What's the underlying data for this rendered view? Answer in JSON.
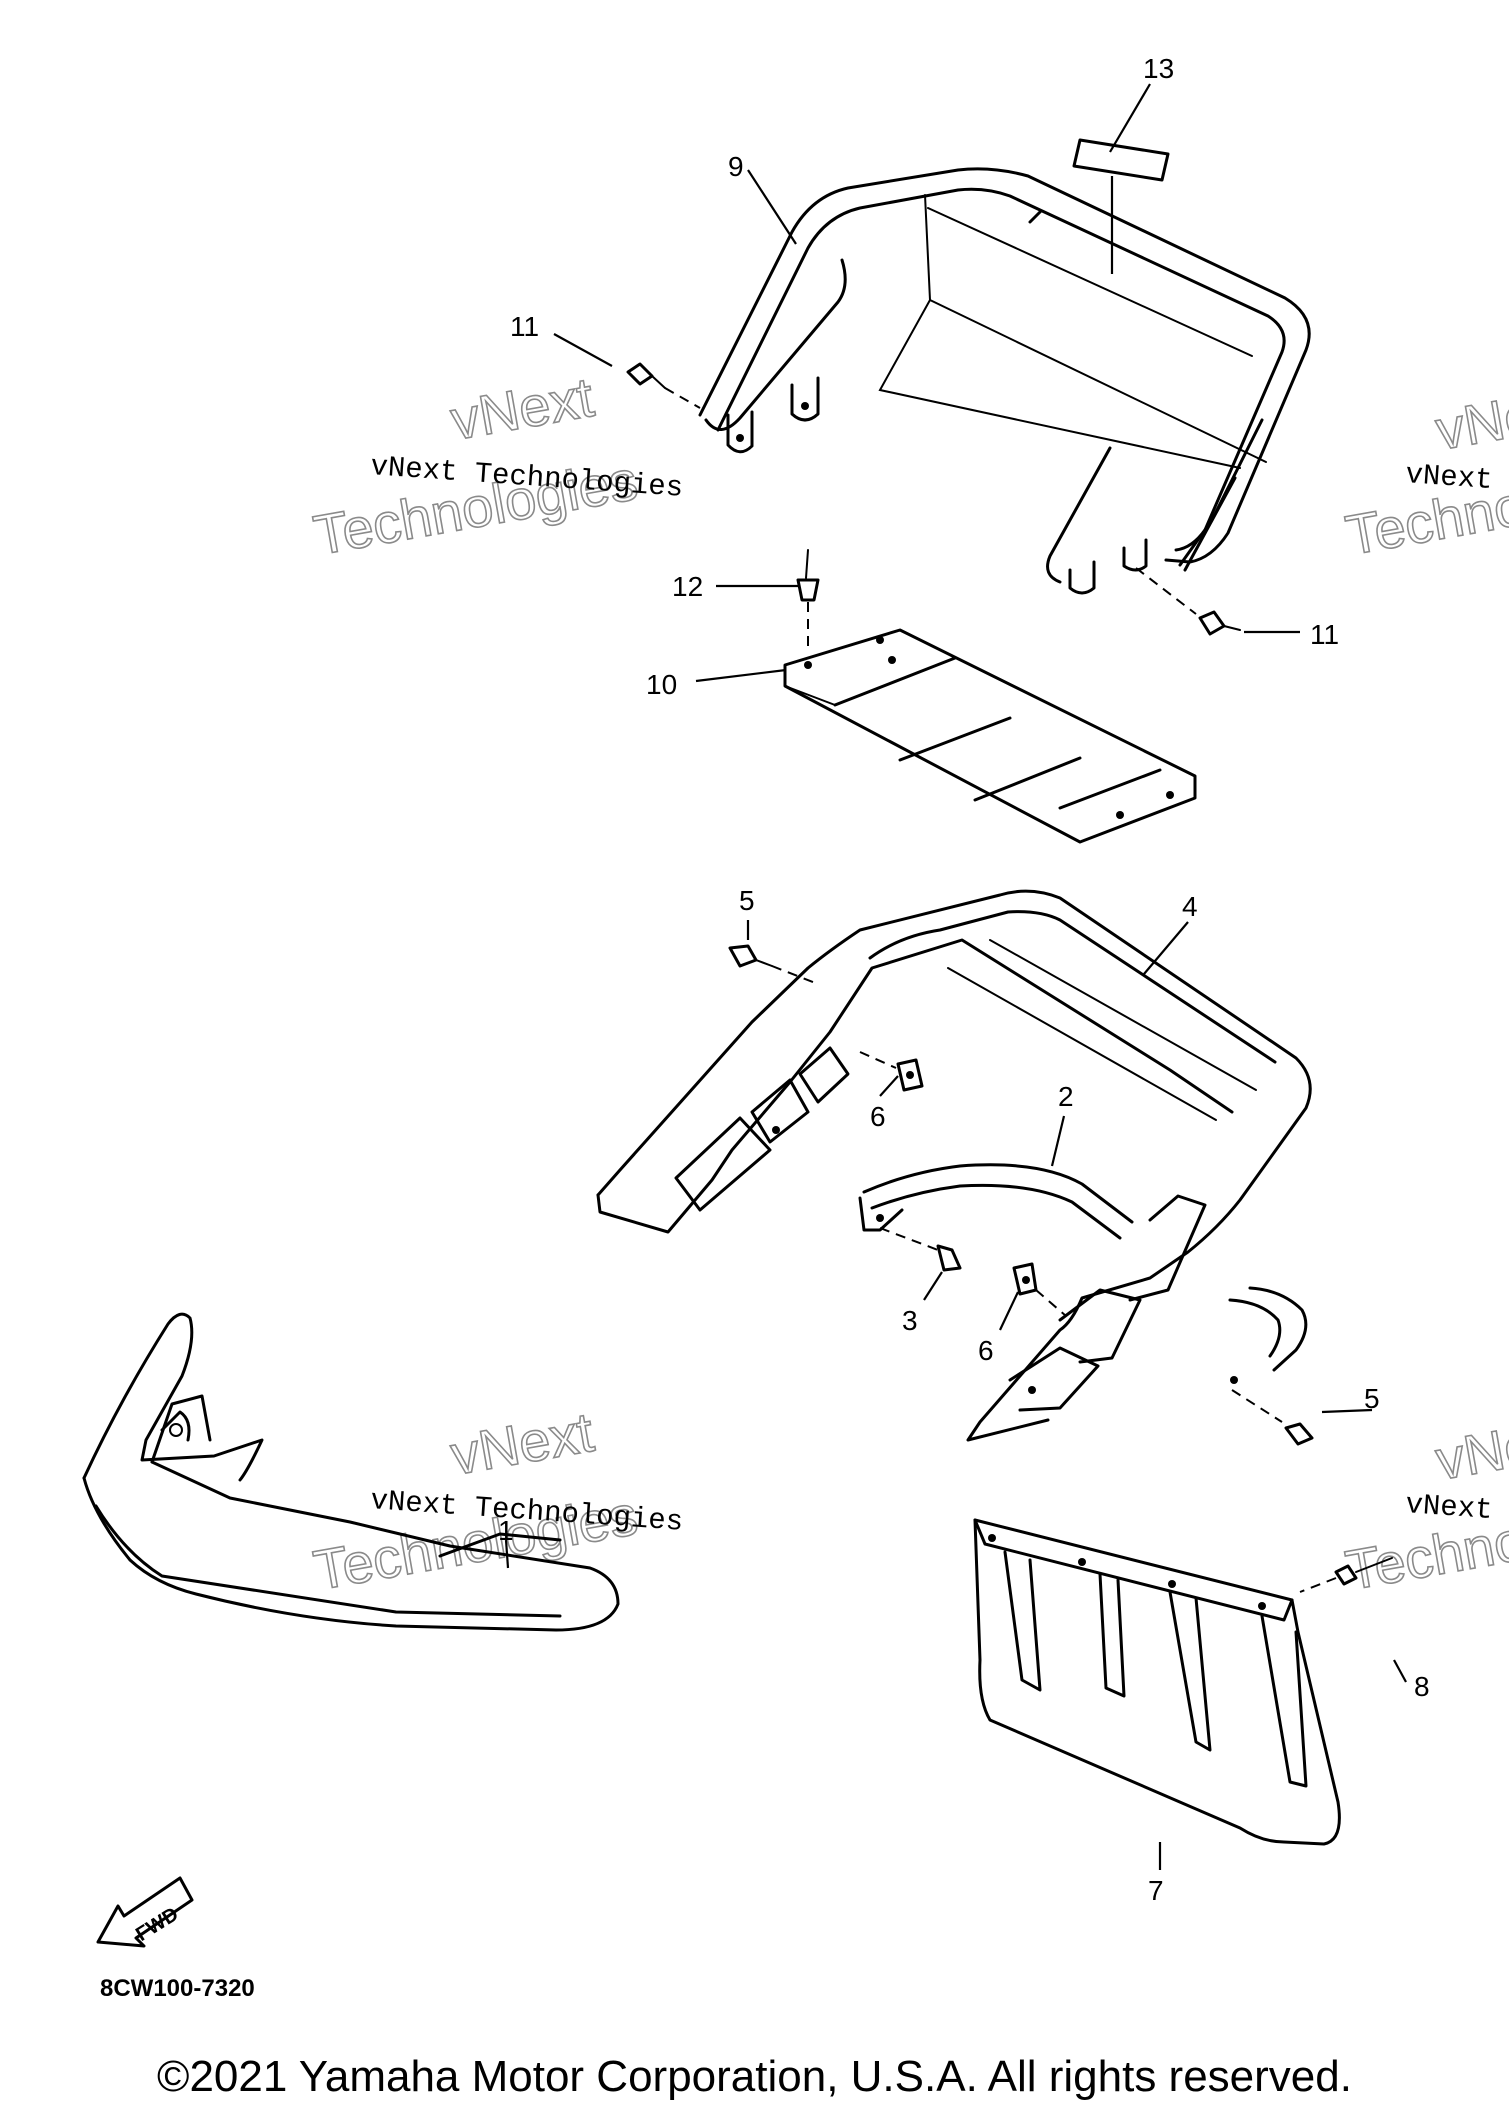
{
  "callouts": {
    "c1": "1",
    "c2": "2",
    "c3": "3",
    "c4": "4",
    "c5a": "5",
    "c5b": "5",
    "c6a": "6",
    "c6b": "6",
    "c7": "7",
    "c8": "8",
    "c9": "9",
    "c10": "10",
    "c11a": "11",
    "c11b": "11",
    "c12": "12",
    "c13": "13"
  },
  "watermark": {
    "brand": "vNext Technologies",
    "line1": "vNext",
    "line2": "Technologies"
  },
  "fwd_label": "FWD",
  "diagram_code": "8CW100-7320",
  "copyright": "©2021 Yamaha Motor Corporation, U.S.A. All rights reserved."
}
